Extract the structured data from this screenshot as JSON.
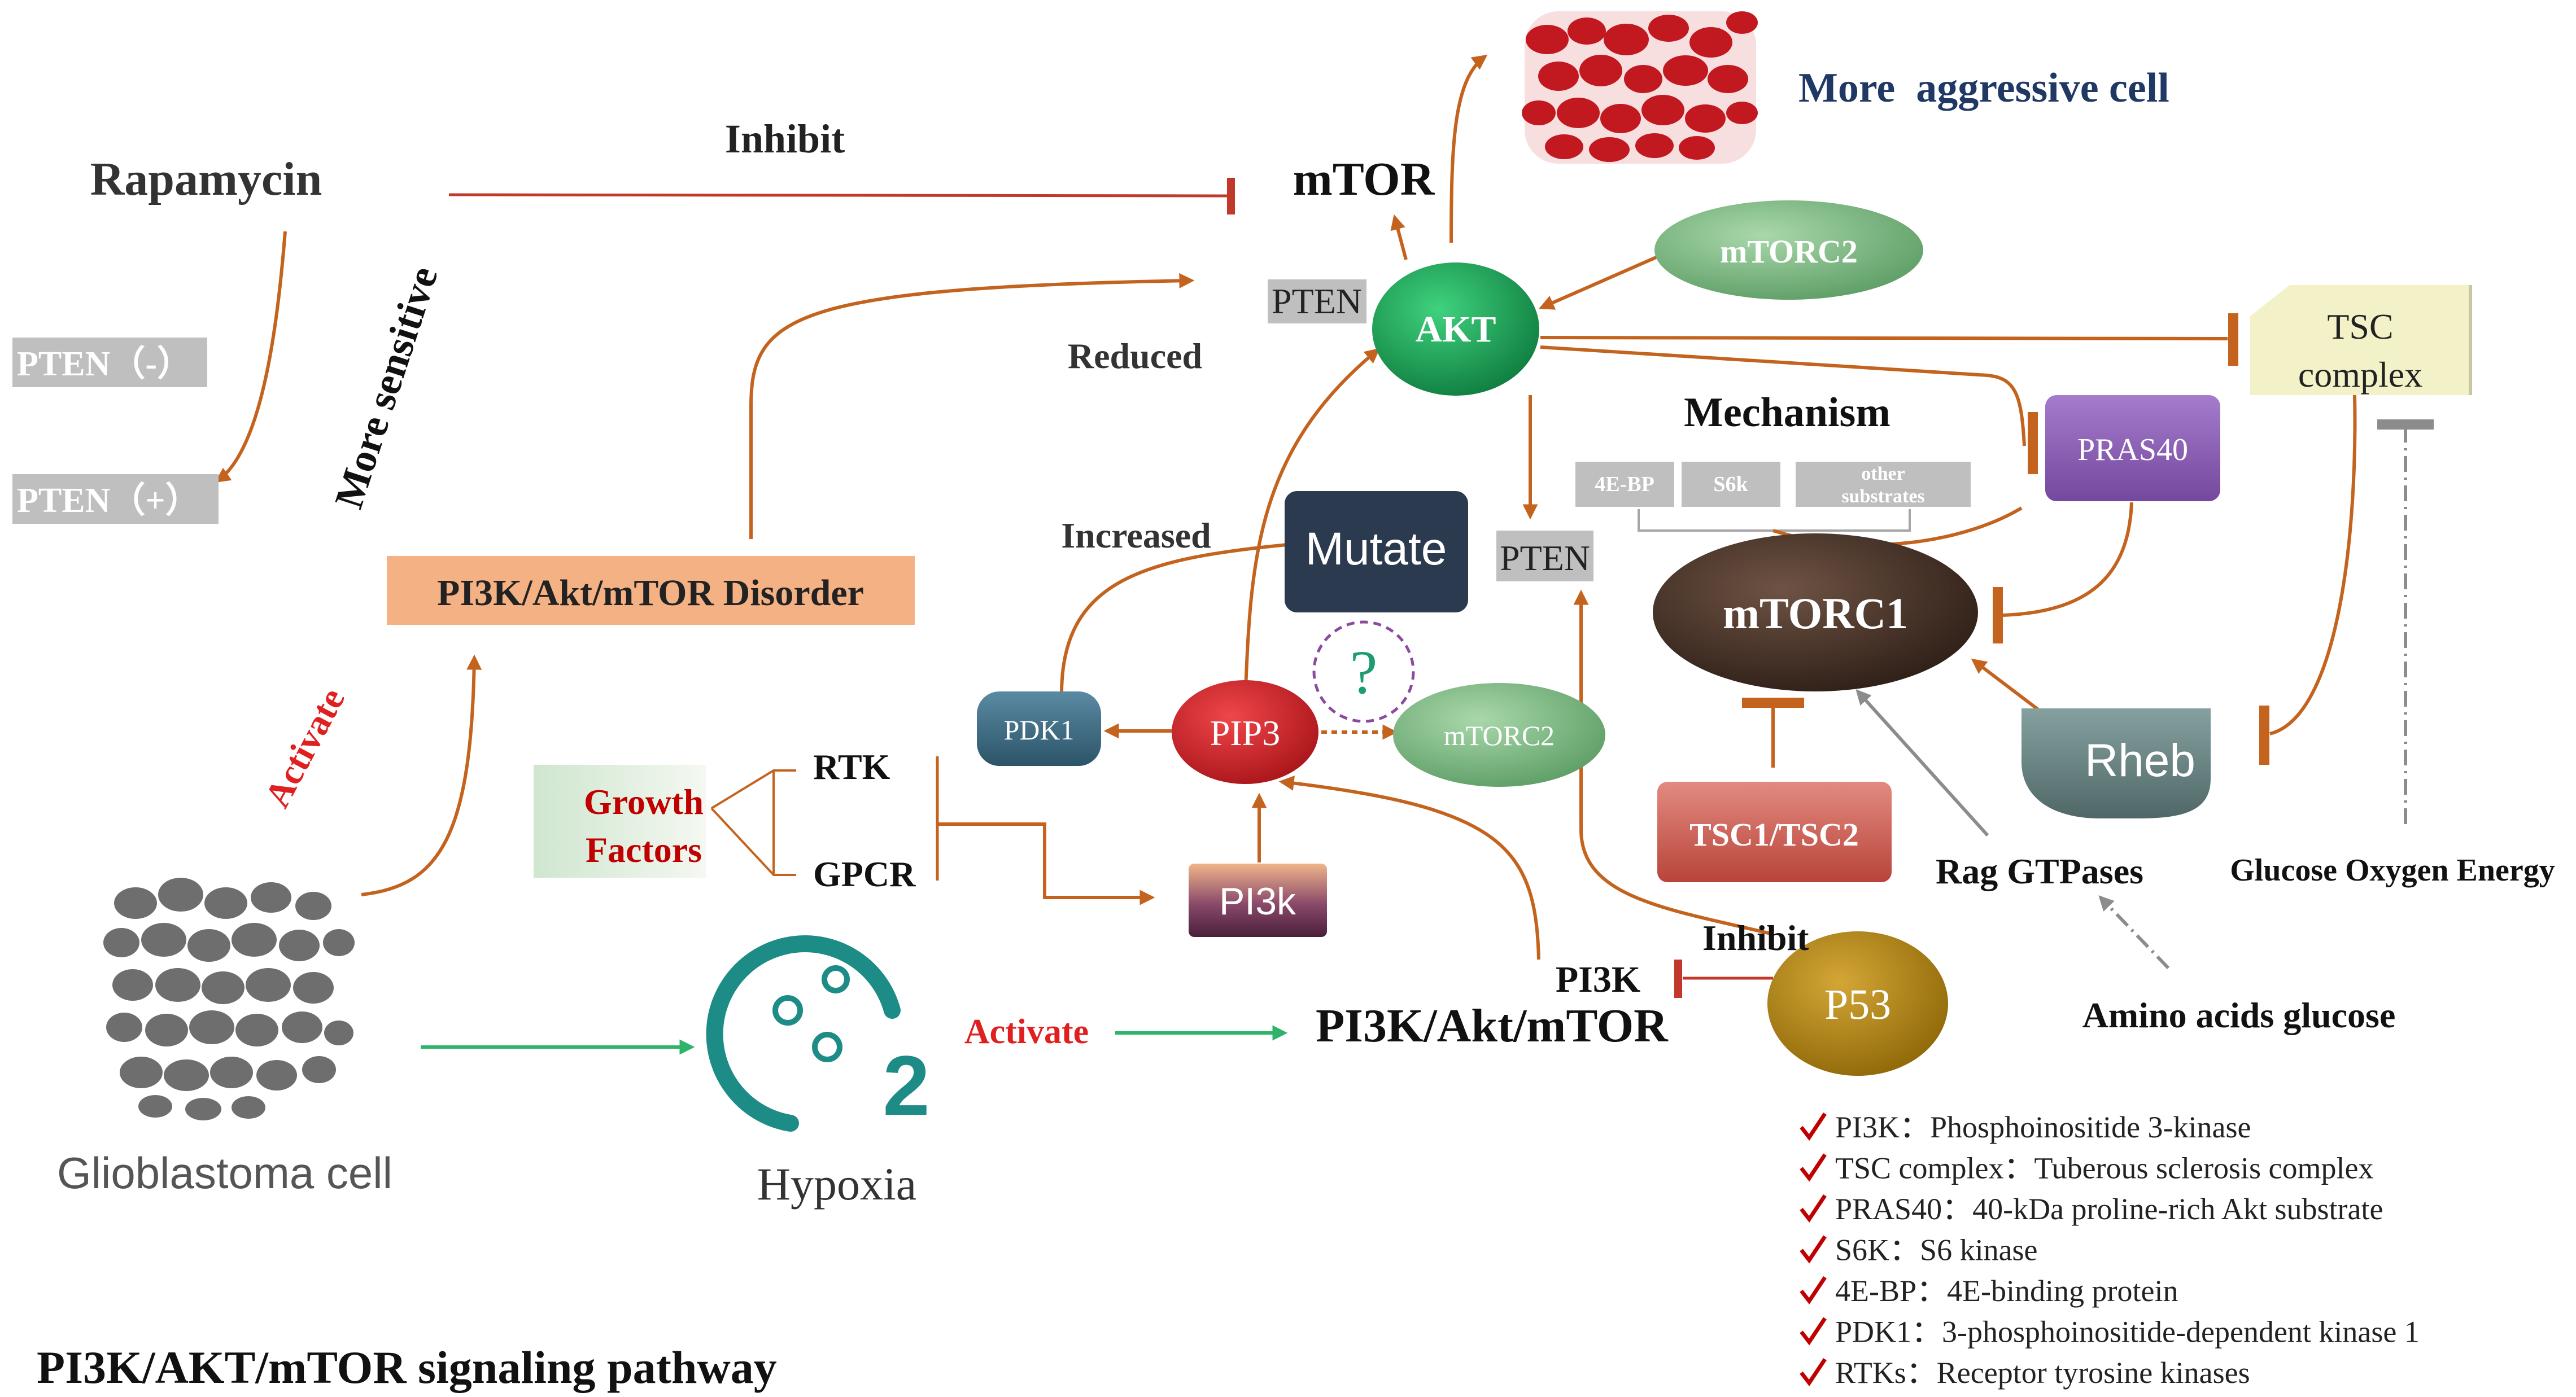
{
  "labels": {
    "rapamycin": "Rapamycin",
    "inhibit_top": "Inhibit",
    "mtor": "mTOR",
    "more_aggressive": "More  aggressive cell",
    "more_sensitive": "More sensitive",
    "pten_neg": "PTEN（-）",
    "pten_pos": "PTEN（+）",
    "reduced": "Reduced",
    "pten_akt": "PTEN",
    "akt": "AKT",
    "mtorc2_top": "mTORC2",
    "tsc_line1": "TSC",
    "tsc_line2": "complex",
    "mechanism": "Mechanism",
    "fourebp": "4E-BP",
    "s6k": "S6k",
    "other_line1": "other",
    "other_line2": "substrates",
    "pras40": "PRAS40",
    "pi3k_disorder": "PI3K/Akt/mTOR Disorder",
    "increased": "Increased",
    "mutate": "Mutate",
    "pten_mid": "PTEN",
    "mtorc1": "mTORC1",
    "activate_left": "Activate",
    "pdk1": "PDK1",
    "pip3": "PIP3",
    "question": "?",
    "mtorc2_mid": "mTORC2",
    "rheb": "Rheb",
    "growth_line1": "Growth",
    "growth_line2": "Factors",
    "rtk": "RTK",
    "gpcr": "GPCR",
    "pi3k_box": "PI3k",
    "tsc1tsc2": "TSC1/TSC2",
    "rag": "Rag GTPases",
    "glucose_oxygen": "Glucose Oxygen Energy",
    "inhibit_p53": "Inhibit",
    "pi3k_p53": "PI3K",
    "p53": "P53",
    "activate_hypoxia": "Activate",
    "pi3k_akt_mtor": "PI3K/Akt/mTOR",
    "amino": "Amino acids glucose",
    "glioblastoma": "Glioblastoma cell",
    "hypoxia": "Hypoxia",
    "o2_sub": "2",
    "title": "PI3K/AKT/mTOR signaling pathway"
  },
  "legend": [
    {
      "abbr": "PI3K：",
      "desc": "Phosphoinositide 3-kinase"
    },
    {
      "abbr": "TSC complex：",
      "desc": "Tuberous sclerosis complex"
    },
    {
      "abbr": "PRAS40：",
      "desc": "40-kDa proline-rich Akt substrate"
    },
    {
      "abbr": "S6K：",
      "desc": "S6 kinase"
    },
    {
      "abbr": "4E-BP：",
      "desc": "4E-binding protein"
    },
    {
      "abbr": "PDK1：",
      "desc": "3-phosphoinositide-dependent kinase 1"
    },
    {
      "abbr": "RTKs：",
      "desc": "Receptor tyrosine kinases"
    }
  ],
  "colors": {
    "arrow_orange": "#c4631e",
    "inhibit_red": "#c0392b",
    "activate_red": "#e02020",
    "navy_text": "#1f3864",
    "green_arrow": "#2db36a",
    "akt_green": "#19a257",
    "mtorc_green": "#6fae76",
    "mtorc1_brown": "#4a3428",
    "pip3_red": "#d8262a",
    "pdk1_blue": "#3b6a82",
    "mutate_navy": "#2b3a4f",
    "pras40_purple": "#8a5cb6",
    "rheb_gray": "#5e7778",
    "tsc1_red": "#c9544a",
    "p53_gold": "#b5860e",
    "hypoxia_teal": "#1d8c86",
    "disorder_peach": "#f4b184",
    "tsc_yellow": "#f3f1c7",
    "gray_box": "#bfbfbf",
    "legend_check": "#c00000"
  },
  "icons": {
    "aggressive_cells": "red-cell-cluster-icon",
    "glioblastoma_cells": "gray-cell-cluster-icon",
    "hypoxia": "o2-molecule-icon",
    "check": "checkmark-icon"
  }
}
